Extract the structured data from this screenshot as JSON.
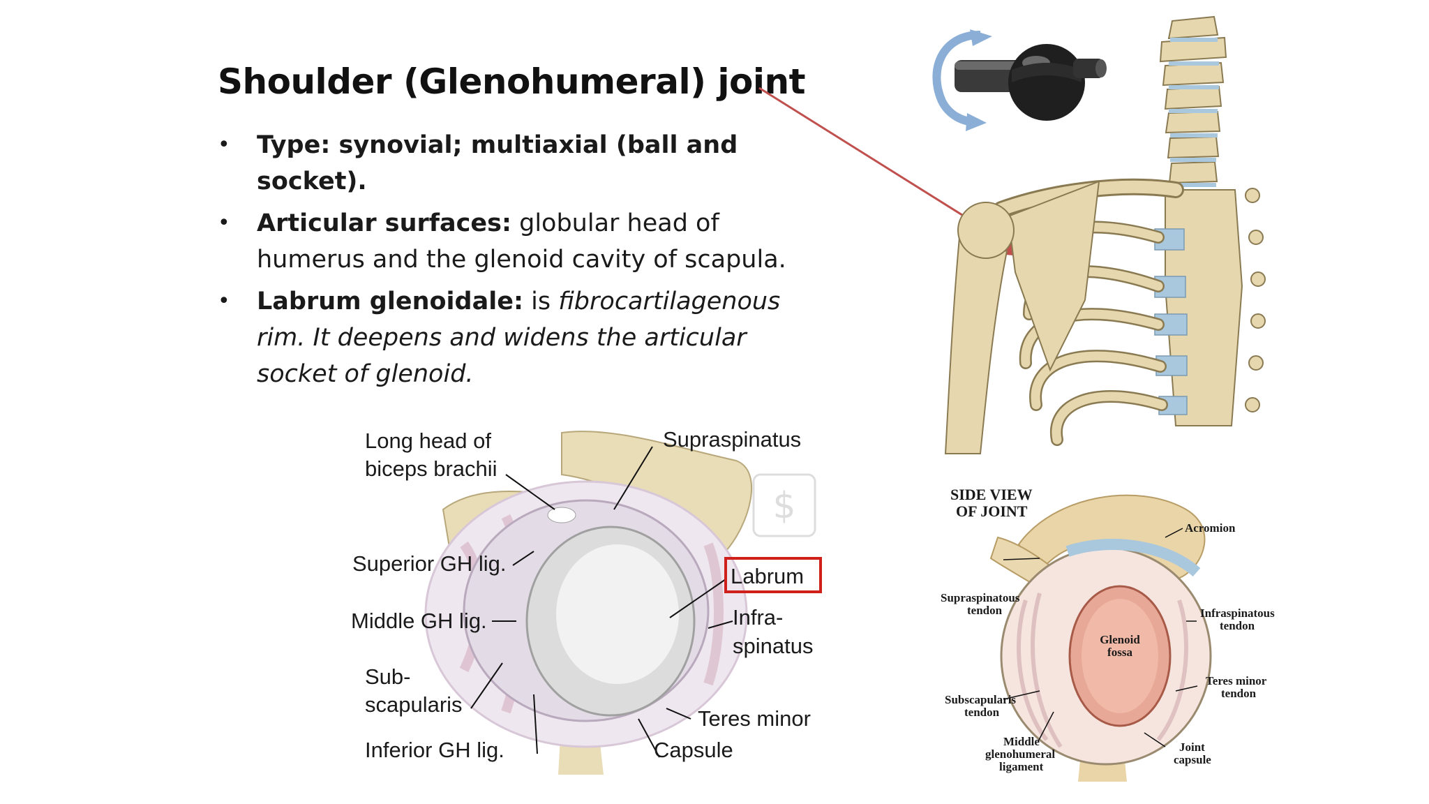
{
  "slide": {
    "title": "Shoulder (Glenohumeral) joint",
    "bullets": [
      {
        "bold": "Type: synovial; multiaxial (ball and socket).",
        "text": "",
        "italic": ""
      },
      {
        "bold": "Articular surfaces:",
        "text": " globular head of humerus and the glenoid cavity of scapula.",
        "italic": ""
      },
      {
        "bold": "Labrum glenoidale:",
        "text": " is ",
        "italic": "fibrocartilagenous rim. It deepens and widens the articular socket of glenoid."
      }
    ]
  },
  "glenoid_figure": {
    "labels": {
      "long_head_1": "Long head of",
      "long_head_2": "biceps brachii",
      "supraspinatus": "Supraspinatus",
      "superior_gh": "Superior GH lig.",
      "labrum": "Labrum",
      "middle_gh": "Middle GH lig.",
      "infra_1": "Infra-",
      "infra_2": "spinatus",
      "sub_1": "Sub-",
      "sub_2": "scapularis",
      "teres_minor": "Teres minor",
      "inferior_gh": "Inferior GH lig.",
      "capsule": "Capsule"
    },
    "highlight_color": "#d0201c"
  },
  "side_view_figure": {
    "labels": {
      "heading_1": "SIDE VIEW",
      "heading_2": "OF JOINT",
      "acromion": "Acromion",
      "supraspinatous_1": "Supraspinatous",
      "supraspinatous_2": "tendon",
      "infraspinatous_1": "Infraspinatous",
      "infraspinatous_2": "tendon",
      "glenoid_1": "Glenoid",
      "glenoid_2": "fossa",
      "teres_1": "Teres  minor",
      "teres_2": "tendon",
      "subscap_1": "Subscapularis",
      "subscap_2": "tendon",
      "middle_1": "Middle",
      "middle_2": "glenohumeral",
      "middle_3": "ligament",
      "joint_1": "Joint",
      "joint_2": "capsule"
    }
  },
  "colors": {
    "arrow": "#c0504d",
    "bone": "#e6d7ae",
    "cartilage": "#a9c8de",
    "rotate_arrow": "#8aaed6"
  }
}
